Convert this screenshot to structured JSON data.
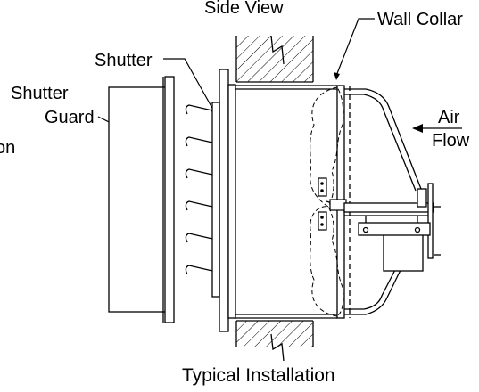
{
  "diagram": {
    "title_top": "Side View",
    "caption_bottom": "Typical Installation",
    "partial_label_left": "on",
    "labels": {
      "wall_collar": "Wall Collar",
      "shutter": "Shutter",
      "shutter_guard_line1": "Shutter",
      "shutter_guard_line2": "Guard",
      "air_line1": "Air",
      "flow_line2": "Flow"
    },
    "style": {
      "ink": "#000000",
      "background": "#ffffff"
    }
  }
}
